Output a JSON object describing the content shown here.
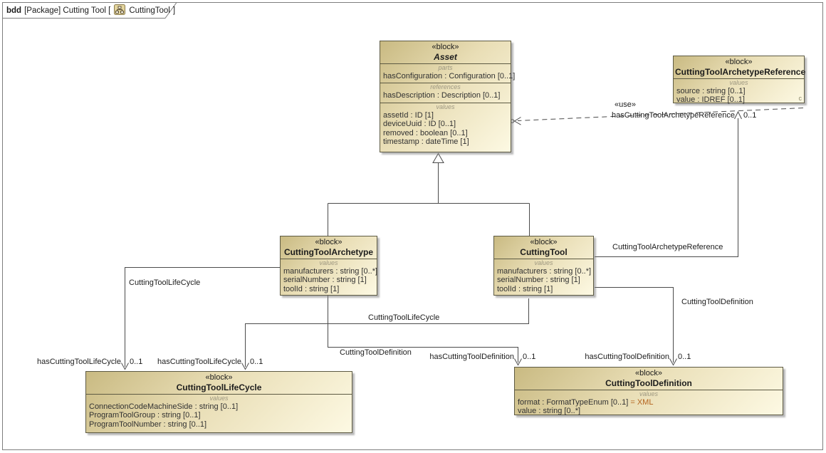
{
  "frame": {
    "kind": "bdd",
    "header": "[Package] Cutting Tool [",
    "diagram": "CuttingTool",
    "close": "]"
  },
  "blocks": {
    "asset": {
      "stereotype": "«block»",
      "name": "Asset",
      "parts_label": "parts",
      "parts": [
        "hasConfiguration : Configuration [0..1]"
      ],
      "references_label": "references",
      "references": [
        "hasDescription : Description [0..1]"
      ],
      "values_label": "values",
      "values": [
        "assetId : ID [1]",
        "deviceUuid : ID [0..1]",
        "removed : boolean [0..1]",
        "timestamp : dateTime [1]"
      ]
    },
    "archetype_reference": {
      "stereotype": "«block»",
      "name": "CuttingToolArchetypeReference",
      "values_label": "values",
      "values": [
        "source : string [0..1]",
        "value : IDREF [0..1]"
      ],
      "corner_marker": "c"
    },
    "archetype": {
      "stereotype": "«block»",
      "name": "CuttingToolArchetype",
      "values_label": "values",
      "values": [
        "manufacturers : string [0..*]",
        "serialNumber : string [1]",
        "toolId : string [1]"
      ]
    },
    "cutting_tool": {
      "stereotype": "«block»",
      "name": "CuttingTool",
      "values_label": "values",
      "values": [
        "manufacturers : string [0..*]",
        "serialNumber : string [1]",
        "toolId : string [1]"
      ]
    },
    "lifecycle": {
      "stereotype": "«block»",
      "name": "CuttingToolLifeCycle",
      "values_label": "values",
      "values": [
        "ConnectionCodeMachineSide : string [0..1]",
        "ProgramToolGroup : string [0..1]",
        "ProgramToolNumber : string [0..1]"
      ]
    },
    "definition": {
      "stereotype": "«block»",
      "name": "CuttingToolDefinition",
      "values_label": "values",
      "rows": [
        {
          "text": "format : FormatTypeEnum [0..1] ",
          "default": "= XML"
        },
        {
          "text": "value : string [0..*]",
          "default": ""
        }
      ]
    }
  },
  "edges": {
    "use": "«use»",
    "has_archetype_reference": "hasCuttingToolArchetypeReference",
    "mult_archetype_reference": "0..1",
    "assoc_archetype_reference": "CuttingToolArchetypeReference",
    "has_lifecycle_1": "hasCuttingToolLifeCycle",
    "mult_lifecycle_1": "0..1",
    "has_lifecycle_2": "hasCuttingToolLifeCycle",
    "mult_lifecycle_2": "0..1",
    "assoc_lifecycle_left": "CuttingToolLifeCycle",
    "assoc_lifecycle_mid": "CuttingToolLifeCycle",
    "has_definition_1": "hasCuttingToolDefinition",
    "mult_definition_1": "0..1",
    "has_definition_2": "hasCuttingToolDefinition",
    "mult_definition_2": "0..1",
    "assoc_definition_left": "CuttingToolDefinition",
    "assoc_definition_right": "CuttingToolDefinition"
  },
  "colors": {
    "block_border": "#5d5a43",
    "block_fill_dark": "#c9ba82",
    "block_fill_light": "#fdf9e3",
    "line": "#4b4b4b",
    "default_value_text": "#b4641e",
    "compartment_label_text": "#9e9881"
  }
}
